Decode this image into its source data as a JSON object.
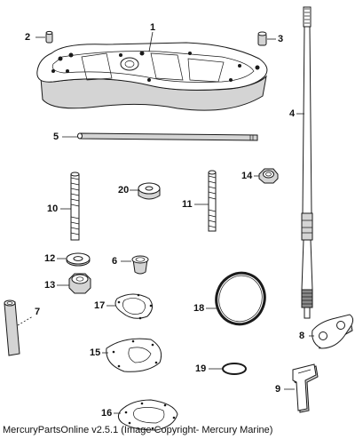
{
  "diagram": {
    "callouts": [
      {
        "id": "1",
        "label": "1"
      },
      {
        "id": "2",
        "label": "2"
      },
      {
        "id": "3",
        "label": "3"
      },
      {
        "id": "4",
        "label": "4"
      },
      {
        "id": "5",
        "label": "5"
      },
      {
        "id": "6",
        "label": "6"
      },
      {
        "id": "7",
        "label": "7"
      },
      {
        "id": "8",
        "label": "8"
      },
      {
        "id": "9",
        "label": "9"
      },
      {
        "id": "10",
        "label": "10"
      },
      {
        "id": "11",
        "label": "11"
      },
      {
        "id": "12",
        "label": "12"
      },
      {
        "id": "13",
        "label": "13"
      },
      {
        "id": "14",
        "label": "14"
      },
      {
        "id": "15",
        "label": "15"
      },
      {
        "id": "16",
        "label": "16"
      },
      {
        "id": "17",
        "label": "17"
      },
      {
        "id": "18",
        "label": "18"
      },
      {
        "id": "19",
        "label": "19"
      },
      {
        "id": "20",
        "label": "20"
      }
    ],
    "footer": "MercuryPartsOnline v2.5.1 (Image Copyright- Mercury Marine)"
  }
}
